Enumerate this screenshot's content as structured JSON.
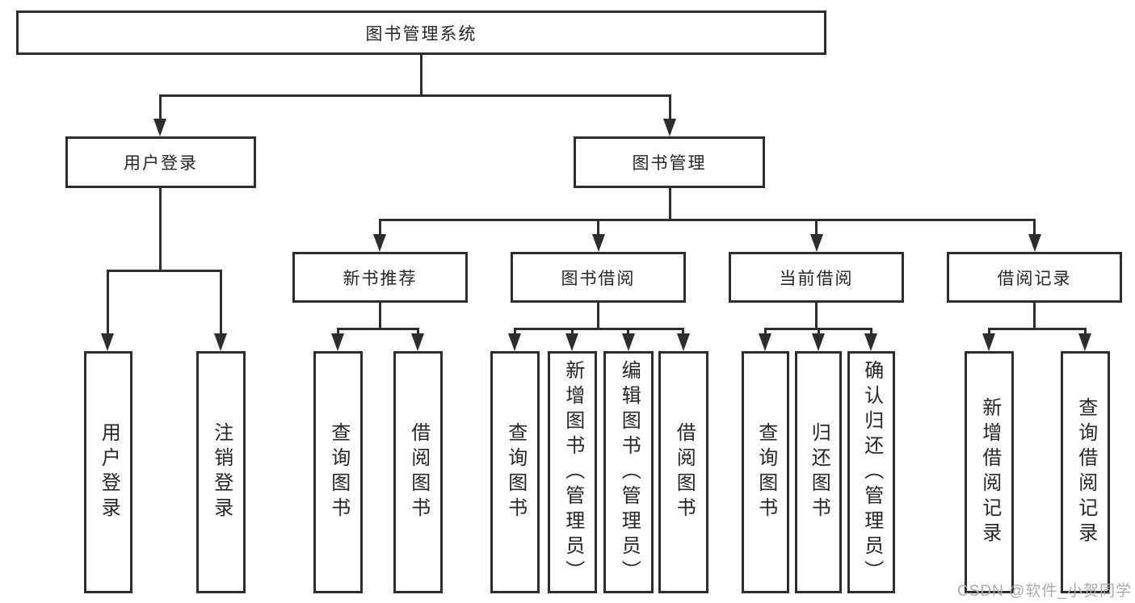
{
  "tree": {
    "root": {
      "label": "图书管理系统",
      "children": [
        {
          "label": "用户登录",
          "children": [
            {
              "label": "用户登录"
            },
            {
              "label": "注销登录"
            }
          ]
        },
        {
          "label": "图书管理",
          "children": [
            {
              "label": "新书推荐",
              "children": [
                {
                  "label": "查询图书"
                },
                {
                  "label": "借阅图书"
                }
              ]
            },
            {
              "label": "图书借阅",
              "children": [
                {
                  "label": "查询图书"
                },
                {
                  "label": "新增图书（管理员）"
                },
                {
                  "label": "编辑图书（管理员）"
                },
                {
                  "label": "借阅图书"
                }
              ]
            },
            {
              "label": "当前借阅",
              "children": [
                {
                  "label": "查询图书"
                },
                {
                  "label": "归还图书"
                },
                {
                  "label": "确认归还（管理员）"
                }
              ]
            },
            {
              "label": "借阅记录",
              "children": [
                {
                  "label": "新增借阅记录"
                },
                {
                  "label": "查询借阅记录"
                }
              ]
            }
          ]
        }
      ]
    }
  },
  "watermark": {
    "text": "CSDN @软件_小贺同学"
  },
  "colors": {
    "line": "#2d2d2d",
    "text": "#262626",
    "watermark": "#ababab",
    "background": "#ffffff"
  }
}
